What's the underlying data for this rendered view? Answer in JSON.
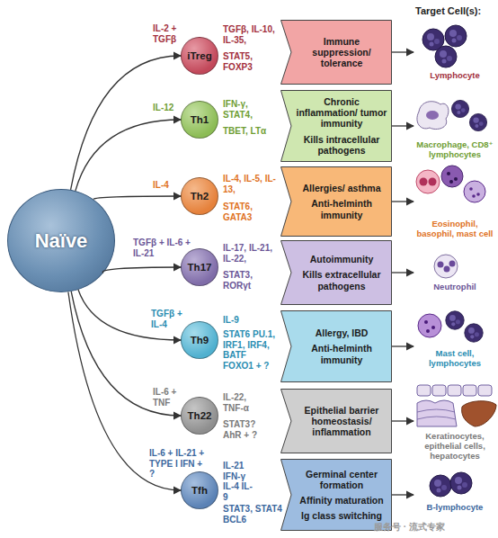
{
  "diagram": {
    "nodes": [
      {
        "text": [
          "Naïve"
        ]
      },
      {
        "text": [
          "iTreg"
        ]
      },
      {
        "text": [
          "Immune suppression/ tolerance"
        ]
      },
      {
        "text": [
          "Lymphocyte"
        ]
      },
      {
        "text": [
          "Th1"
        ]
      },
      {
        "text": [
          "Chronic inflammation/ tumor immunity",
          "Kills intracellular pathogens"
        ]
      },
      {
        "text": [
          "Macrophage, CD8⁺ lymphocytes"
        ]
      },
      {
        "text": [
          "Th2"
        ]
      },
      {
        "text": [
          "Allergies/ asthma",
          "Anti-helminth immunity"
        ]
      },
      {
        "text": [
          "Eosinophil, basophil, mast cell"
        ]
      },
      {
        "text": [
          "Th17"
        ]
      },
      {
        "text": [
          "Autoimmunity",
          "Kills extracellular pathogens"
        ]
      },
      {
        "text": [
          "Neutrophil"
        ]
      },
      {
        "text": [
          "Th9"
        ]
      },
      {
        "text": [
          "Allergy, IBD",
          "Anti-helminth immunity"
        ]
      },
      {
        "text": [
          "Mast cell, lymphocytes"
        ]
      },
      {
        "text": [
          "Th22"
        ]
      },
      {
        "text": [
          "Epithelial barrier homeostasis/ inflammation"
        ]
      },
      {
        "text": [
          "Keratinocytes, epithelial cells, hepatocytes"
        ]
      },
      {
        "text": [
          "Tfh"
        ]
      },
      {
        "text": [
          "Germinal center formation",
          "Affinity maturation",
          "Ig class switching"
        ]
      },
      {
        "text": [
          "B-lymphocyte"
        ]
      }
    ],
    "edges": [
      {
        "from": 0,
        "to": 1,
        "arrow": "to",
        "label": "IL-2 + TGFβ"
      },
      {
        "from": 0,
        "to": 4,
        "arrow": "to",
        "label": "IL-12"
      },
      {
        "from": 0,
        "to": 7,
        "arrow": "to",
        "label": "IL-4"
      },
      {
        "from": 0,
        "to": 10,
        "arrow": "to",
        "label": "TGFβ + IL-6 + IL-21"
      },
      {
        "from": 0,
        "to": 13,
        "arrow": "to",
        "label": "TGFβ + IL-4"
      },
      {
        "from": 0,
        "to": 16,
        "arrow": "to",
        "label": "IL-6 + TNF"
      },
      {
        "from": 0,
        "to": 19,
        "arrow": "to",
        "label": "IL-6 + IL-21 + TYPE I IFN + ?"
      },
      {
        "from": 2,
        "to": 3,
        "arrow": "to"
      },
      {
        "from": 5,
        "to": 6,
        "arrow": "to"
      },
      {
        "from": 8,
        "to": 9,
        "arrow": "to"
      },
      {
        "from": 11,
        "to": 12,
        "arrow": "to"
      },
      {
        "from": 14,
        "to": 15,
        "arrow": "to"
      },
      {
        "from": 17,
        "to": 18,
        "arrow": "to"
      },
      {
        "from": 20,
        "to": 21,
        "arrow": "to"
      }
    ],
    "labels": [
      "Target Cell(s):",
      "TGFβ, IL-10, IL-35,",
      "STAT5, FOXP3",
      "IFN-γ, STAT4,",
      "TBET, LTα",
      "IL-4, IL-5, IL-13,",
      "STAT6, GATA3",
      "IL-17, IL-21, IL-22,",
      "STAT3, RORγt",
      "IL-9",
      "STAT6 PU.1, IRF1, IRF4, BATF FOXO1 + ?",
      "IL-22, TNF-α",
      "STAT3? AhR + ?",
      "IL-21 IFN-γ IL-4 IL-9",
      "STAT3, STAT4 BCL6",
      "服务号 · 流式专家"
    ]
  }
}
